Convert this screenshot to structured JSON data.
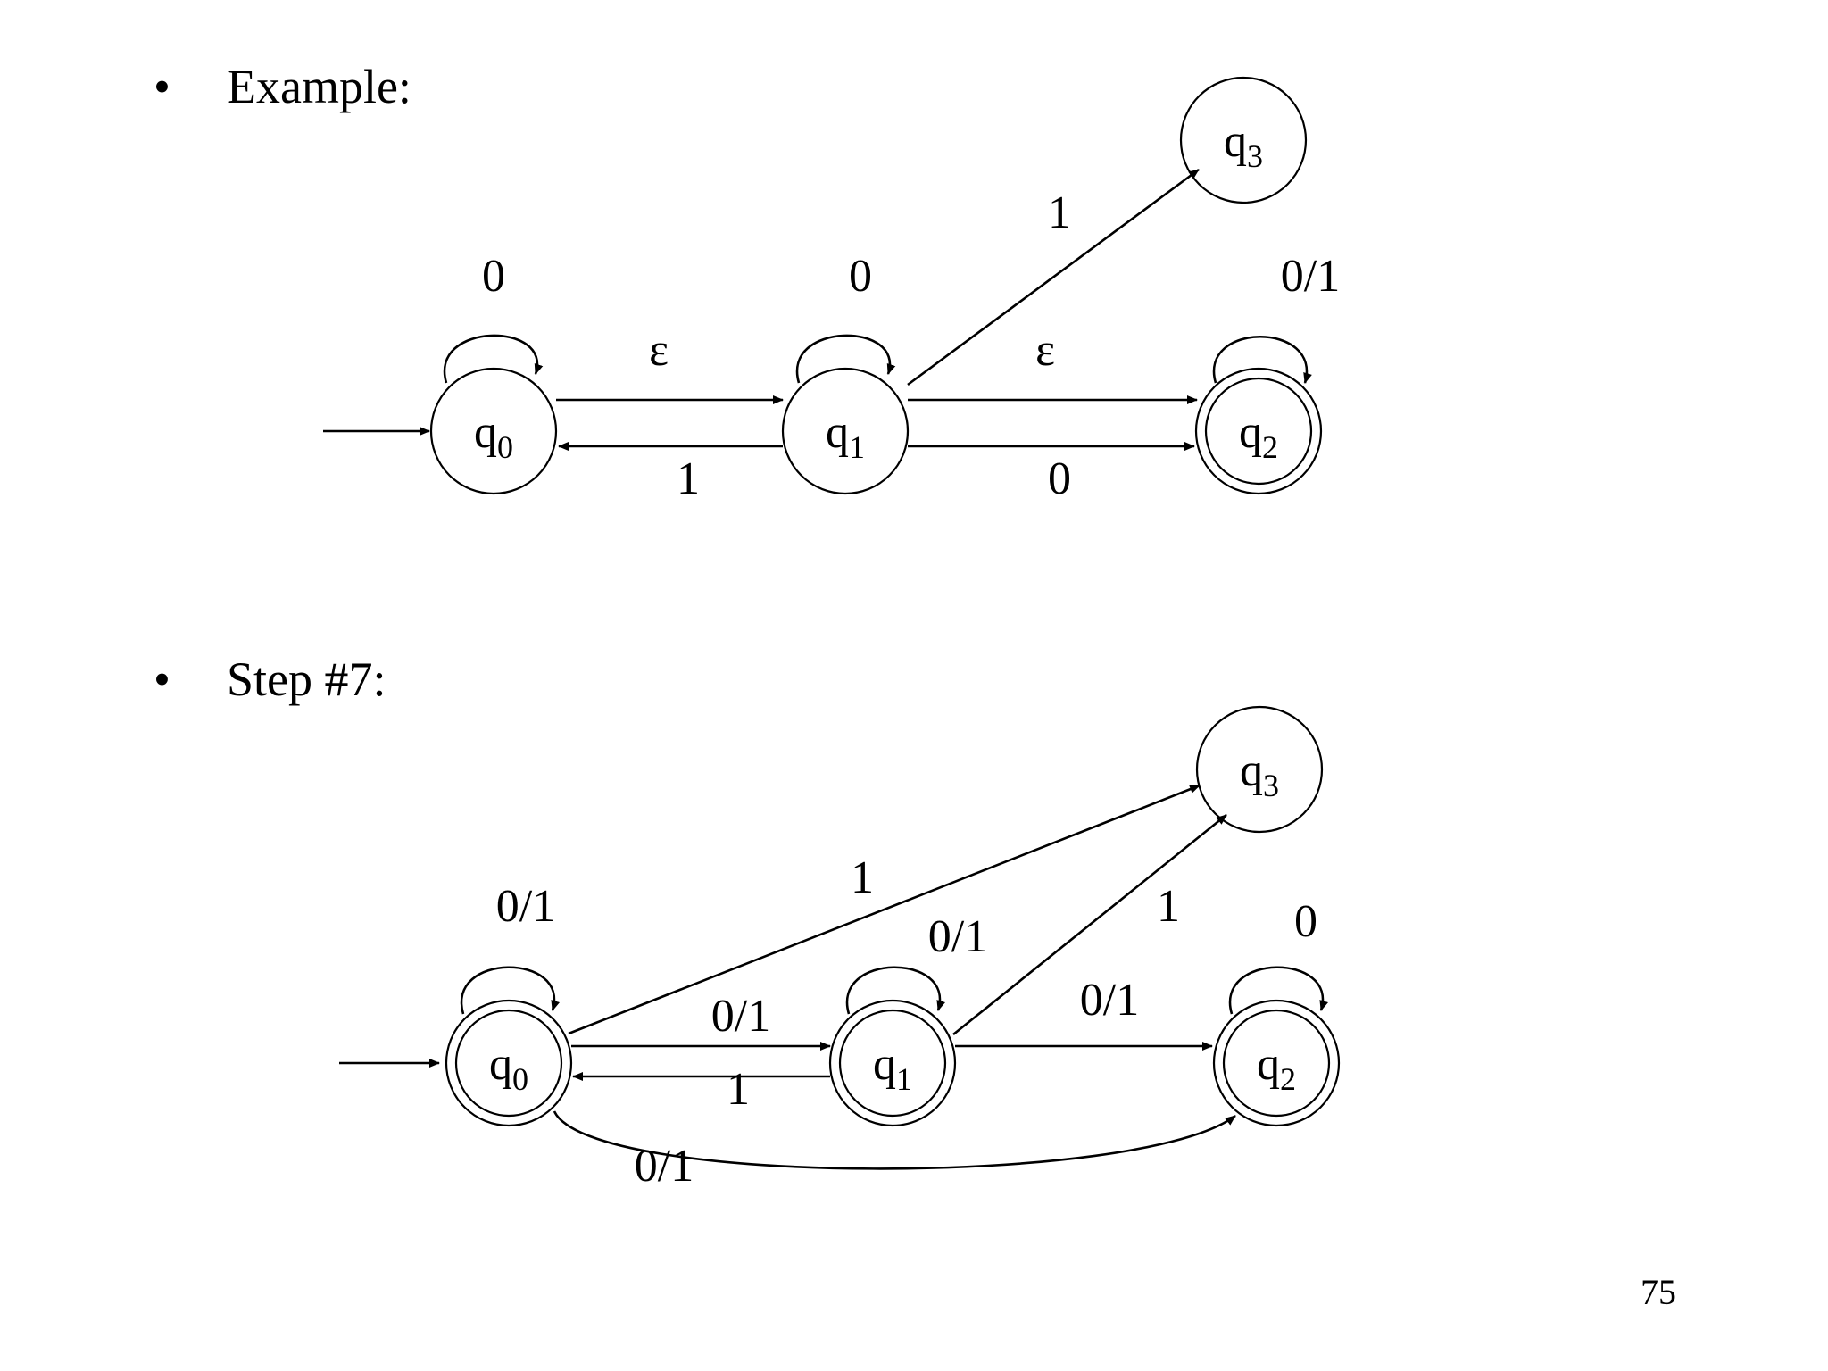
{
  "slide": {
    "bullet_symbol": "•",
    "bullets": [
      "Example:",
      "Step #7:"
    ],
    "page_number": "75"
  },
  "diagrams": [
    {
      "states": [
        {
          "id": "q0",
          "base": "q",
          "sub": "0",
          "accepting": false,
          "start": true
        },
        {
          "id": "q1",
          "base": "q",
          "sub": "1",
          "accepting": false,
          "start": false
        },
        {
          "id": "q2",
          "base": "q",
          "sub": "2",
          "accepting": true,
          "start": false
        },
        {
          "id": "q3",
          "base": "q",
          "sub": "3",
          "accepting": false,
          "start": false
        }
      ],
      "transitions": [
        {
          "from": "q0",
          "to": "q0",
          "label": "0"
        },
        {
          "from": "q0",
          "to": "q1",
          "label": "ε"
        },
        {
          "from": "q1",
          "to": "q0",
          "label": "1"
        },
        {
          "from": "q1",
          "to": "q1",
          "label": "0"
        },
        {
          "from": "q1",
          "to": "q2",
          "label": "ε"
        },
        {
          "from": "q1",
          "to": "q2",
          "label": "0"
        },
        {
          "from": "q1",
          "to": "q3",
          "label": "1"
        },
        {
          "from": "q2",
          "to": "q2",
          "label": "0/1"
        }
      ]
    },
    {
      "states": [
        {
          "id": "q0",
          "base": "q",
          "sub": "0",
          "accepting": true,
          "start": true
        },
        {
          "id": "q1",
          "base": "q",
          "sub": "1",
          "accepting": true,
          "start": false
        },
        {
          "id": "q2",
          "base": "q",
          "sub": "2",
          "accepting": true,
          "start": false
        },
        {
          "id": "q3",
          "base": "q",
          "sub": "3",
          "accepting": false,
          "start": false
        }
      ],
      "transitions": [
        {
          "from": "q0",
          "to": "q0",
          "label": "0/1"
        },
        {
          "from": "q0",
          "to": "q1",
          "label": "0/1"
        },
        {
          "from": "q1",
          "to": "q0",
          "label": "1"
        },
        {
          "from": "q0",
          "to": "q3",
          "label": "1"
        },
        {
          "from": "q0",
          "to": "q2",
          "label": "0/1"
        },
        {
          "from": "q1",
          "to": "q1",
          "label": "0/1"
        },
        {
          "from": "q1",
          "to": "q3",
          "label": "1"
        },
        {
          "from": "q1",
          "to": "q2",
          "label": "0/1"
        },
        {
          "from": "q2",
          "to": "q2",
          "label": "0"
        }
      ]
    }
  ]
}
